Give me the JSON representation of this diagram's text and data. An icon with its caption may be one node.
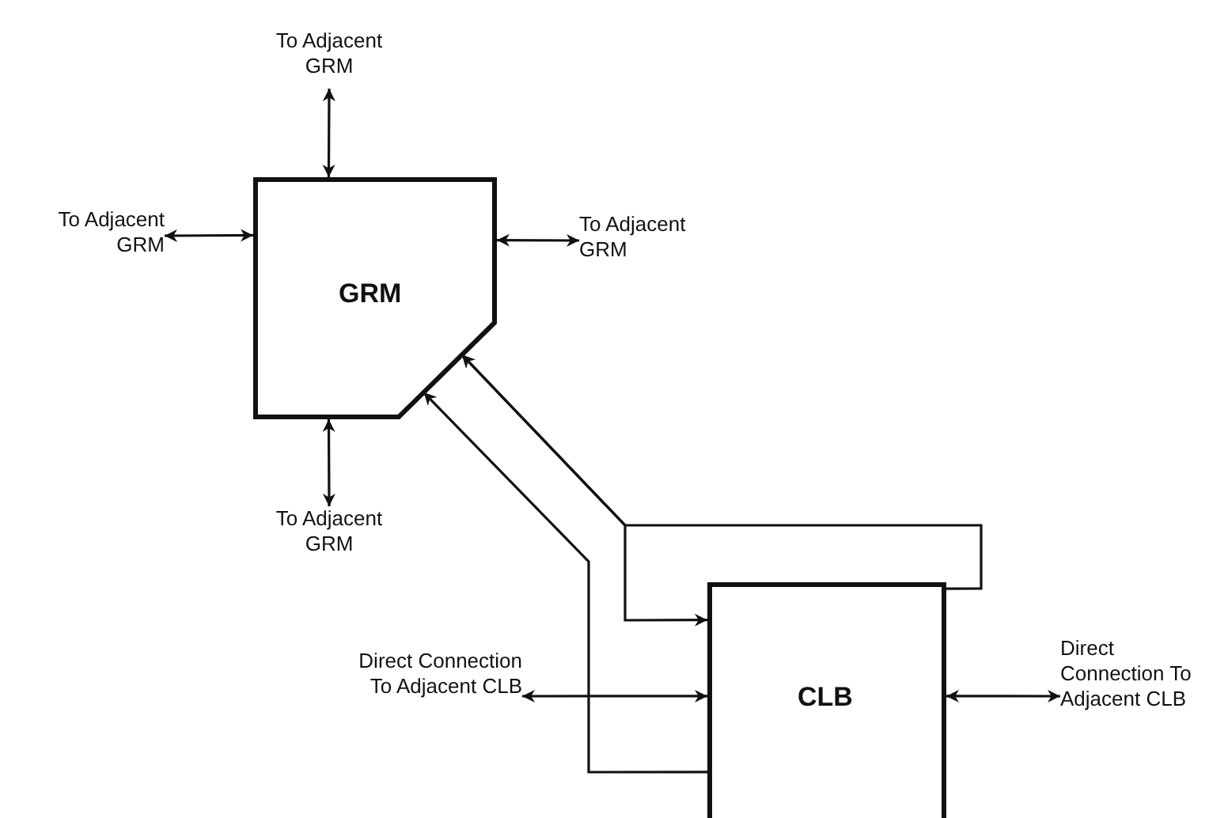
{
  "diagram": {
    "nodes": [
      {
        "text": [
          "GRM"
        ]
      },
      {
        "text": [
          "CLB"
        ]
      },
      {
        "text": [
          "To Adjacent GRM"
        ]
      },
      {
        "text": [
          "To Adjacent GRM"
        ]
      },
      {
        "text": [
          "To Adjacent GRM"
        ]
      },
      {
        "text": [
          "To Adjacent GRM"
        ]
      },
      {
        "text": [
          "Direct Connection To Adjacent CLB"
        ]
      },
      {
        "text": [
          "Direct Connection To Adjacent CLB"
        ]
      }
    ],
    "edges": [
      {
        "from": 2,
        "to": 0,
        "arrow": "both"
      },
      {
        "from": 3,
        "to": 0,
        "arrow": "both"
      },
      {
        "from": 0,
        "to": 4,
        "arrow": "both"
      },
      {
        "from": 0,
        "to": 5,
        "arrow": "both"
      },
      {
        "from": 0,
        "to": 1,
        "arrow": "both"
      },
      {
        "from": 1,
        "to": 0,
        "arrow": "to"
      },
      {
        "from": 1,
        "to": 0,
        "arrow": "to"
      },
      {
        "from": 6,
        "to": 1,
        "arrow": "both"
      },
      {
        "from": 1,
        "to": 7,
        "arrow": "both"
      }
    ]
  }
}
